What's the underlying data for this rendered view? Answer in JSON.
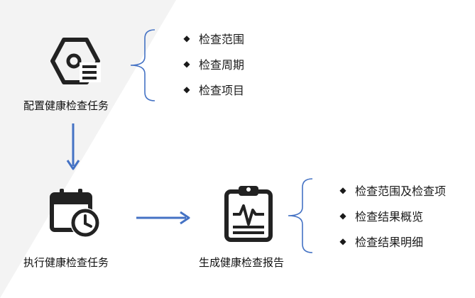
{
  "steps": {
    "configure": {
      "icon": "hexagon-settings-icon",
      "label": "配置健康检查任务",
      "items": [
        "检查范围",
        "检查周期",
        "检查项目"
      ]
    },
    "execute": {
      "icon": "calendar-clock-icon",
      "label": "执行健康检查任务"
    },
    "report": {
      "icon": "clipboard-report-icon",
      "label": "生成健康检查报告",
      "items": [
        "检查范围及检查项",
        "检查结果概览",
        "检查结果明细"
      ]
    }
  },
  "bullet_glyph": "◆",
  "colors": {
    "arrow": "#4472c4",
    "brace": "#4472c4",
    "icon": "#222222",
    "background_corner": "#f2f2f2"
  }
}
